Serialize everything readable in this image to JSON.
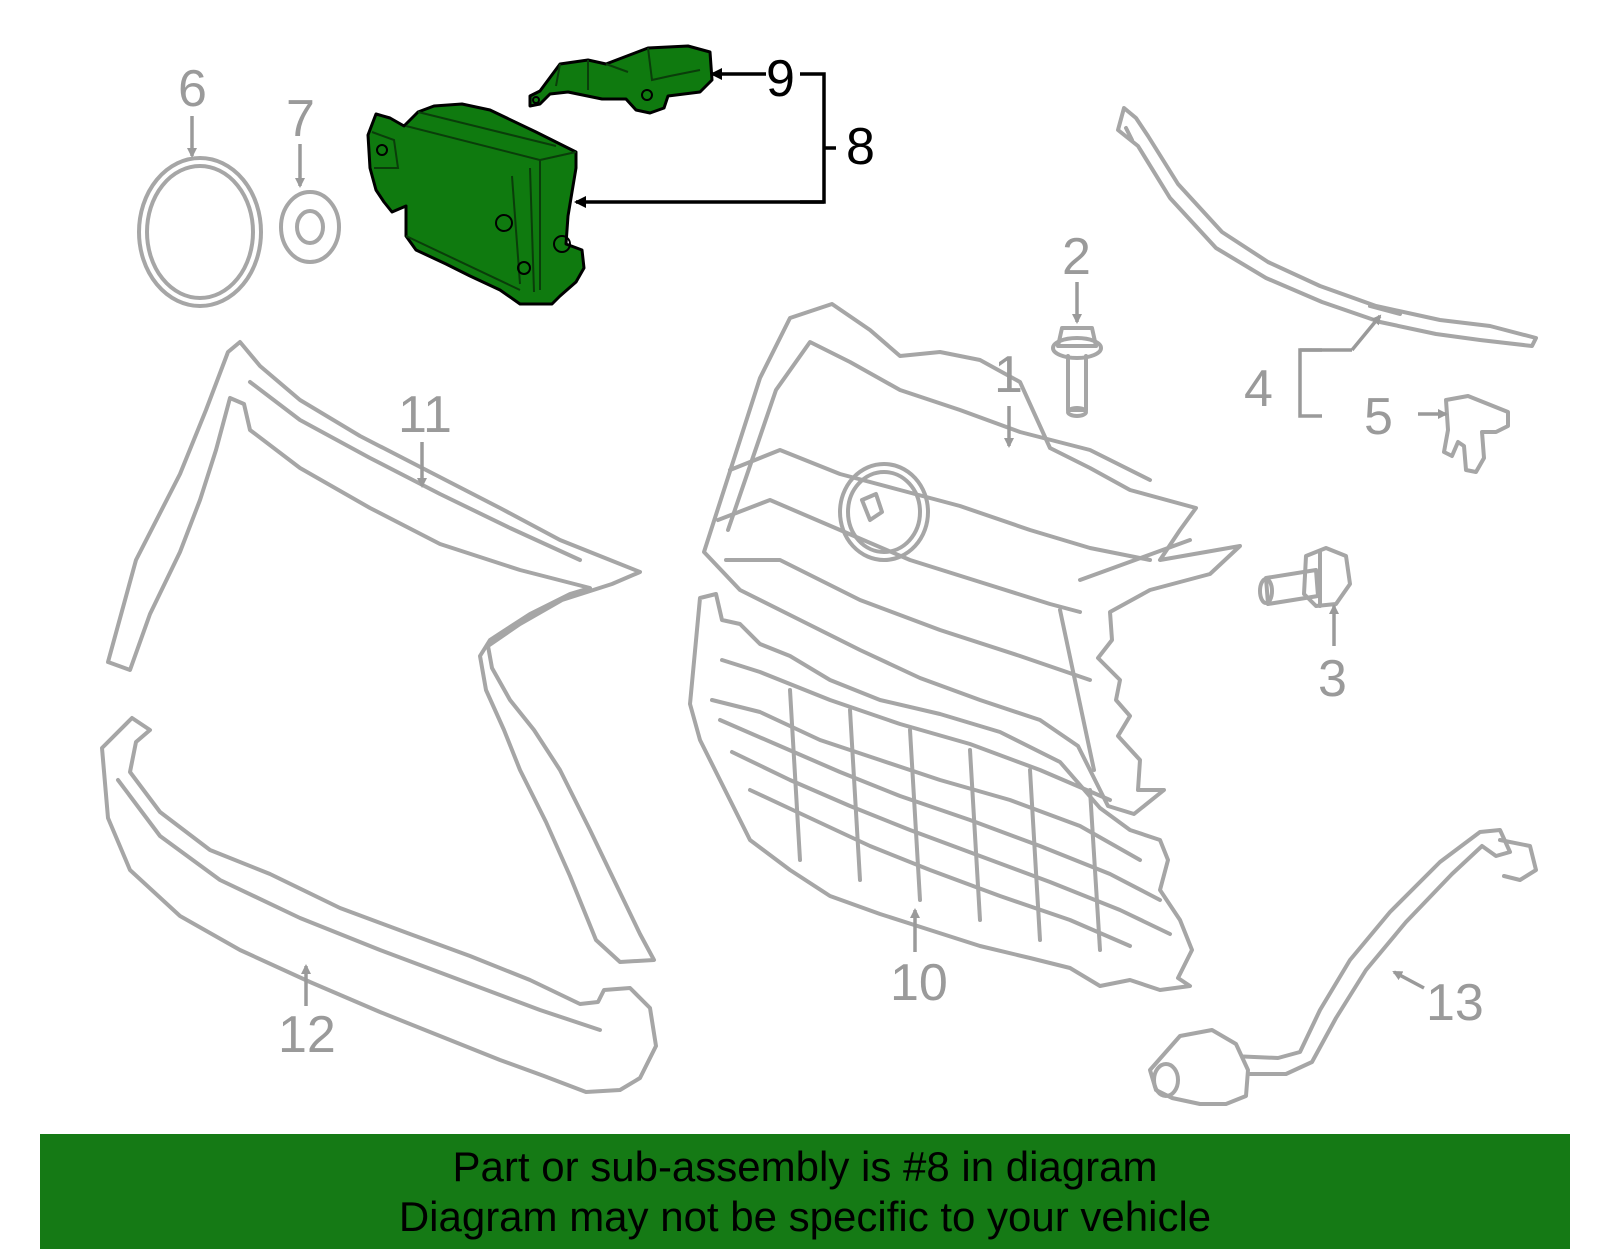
{
  "colors": {
    "highlight": "#0f7a0f",
    "banner": "#157a15",
    "part_outline": "#a6a6a6",
    "callout_text": "#9a9a9a"
  },
  "callouts": {
    "c1": "1",
    "c2": "2",
    "c3": "3",
    "c4": "4",
    "c5": "5",
    "c6": "6",
    "c7": "7",
    "c8": "8",
    "c9": "9",
    "c10": "10",
    "c11": "11",
    "c12": "12",
    "c13": "13"
  },
  "banner": {
    "line1": "Part or sub-assembly is #8 in diagram",
    "line2": "Diagram may not be specific to your vehicle"
  }
}
